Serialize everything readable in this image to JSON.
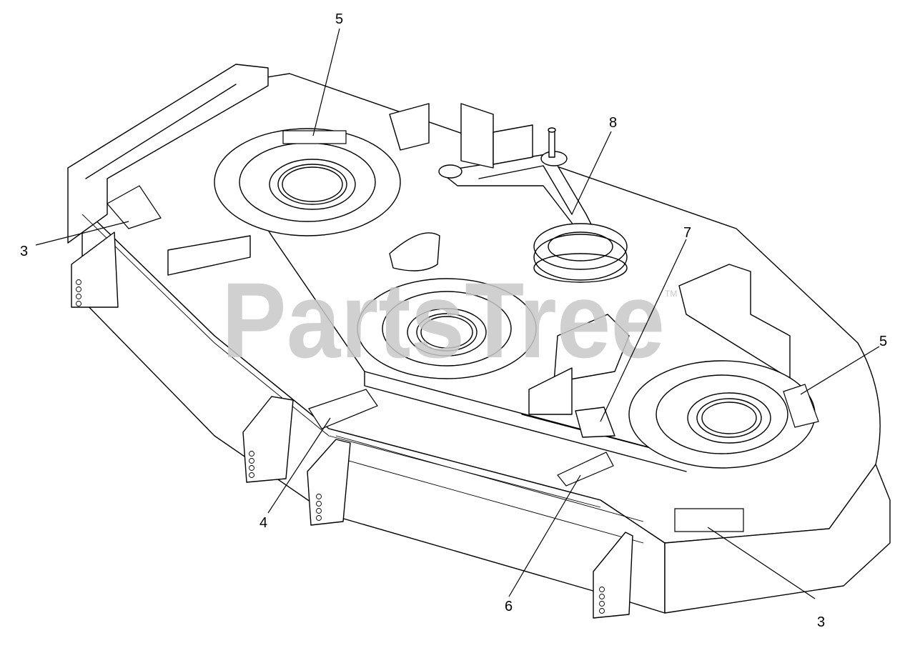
{
  "watermark": {
    "text": "PartsTree",
    "trademark": "TM"
  },
  "callouts": [
    {
      "id": "label-5-top",
      "text": "5"
    },
    {
      "id": "label-8",
      "text": "8"
    },
    {
      "id": "label-3-left",
      "text": "3"
    },
    {
      "id": "label-7",
      "text": "7"
    },
    {
      "id": "label-5-right",
      "text": "5"
    },
    {
      "id": "label-4",
      "text": "4"
    },
    {
      "id": "label-6",
      "text": "6"
    },
    {
      "id": "label-3-bottom",
      "text": "3"
    }
  ]
}
